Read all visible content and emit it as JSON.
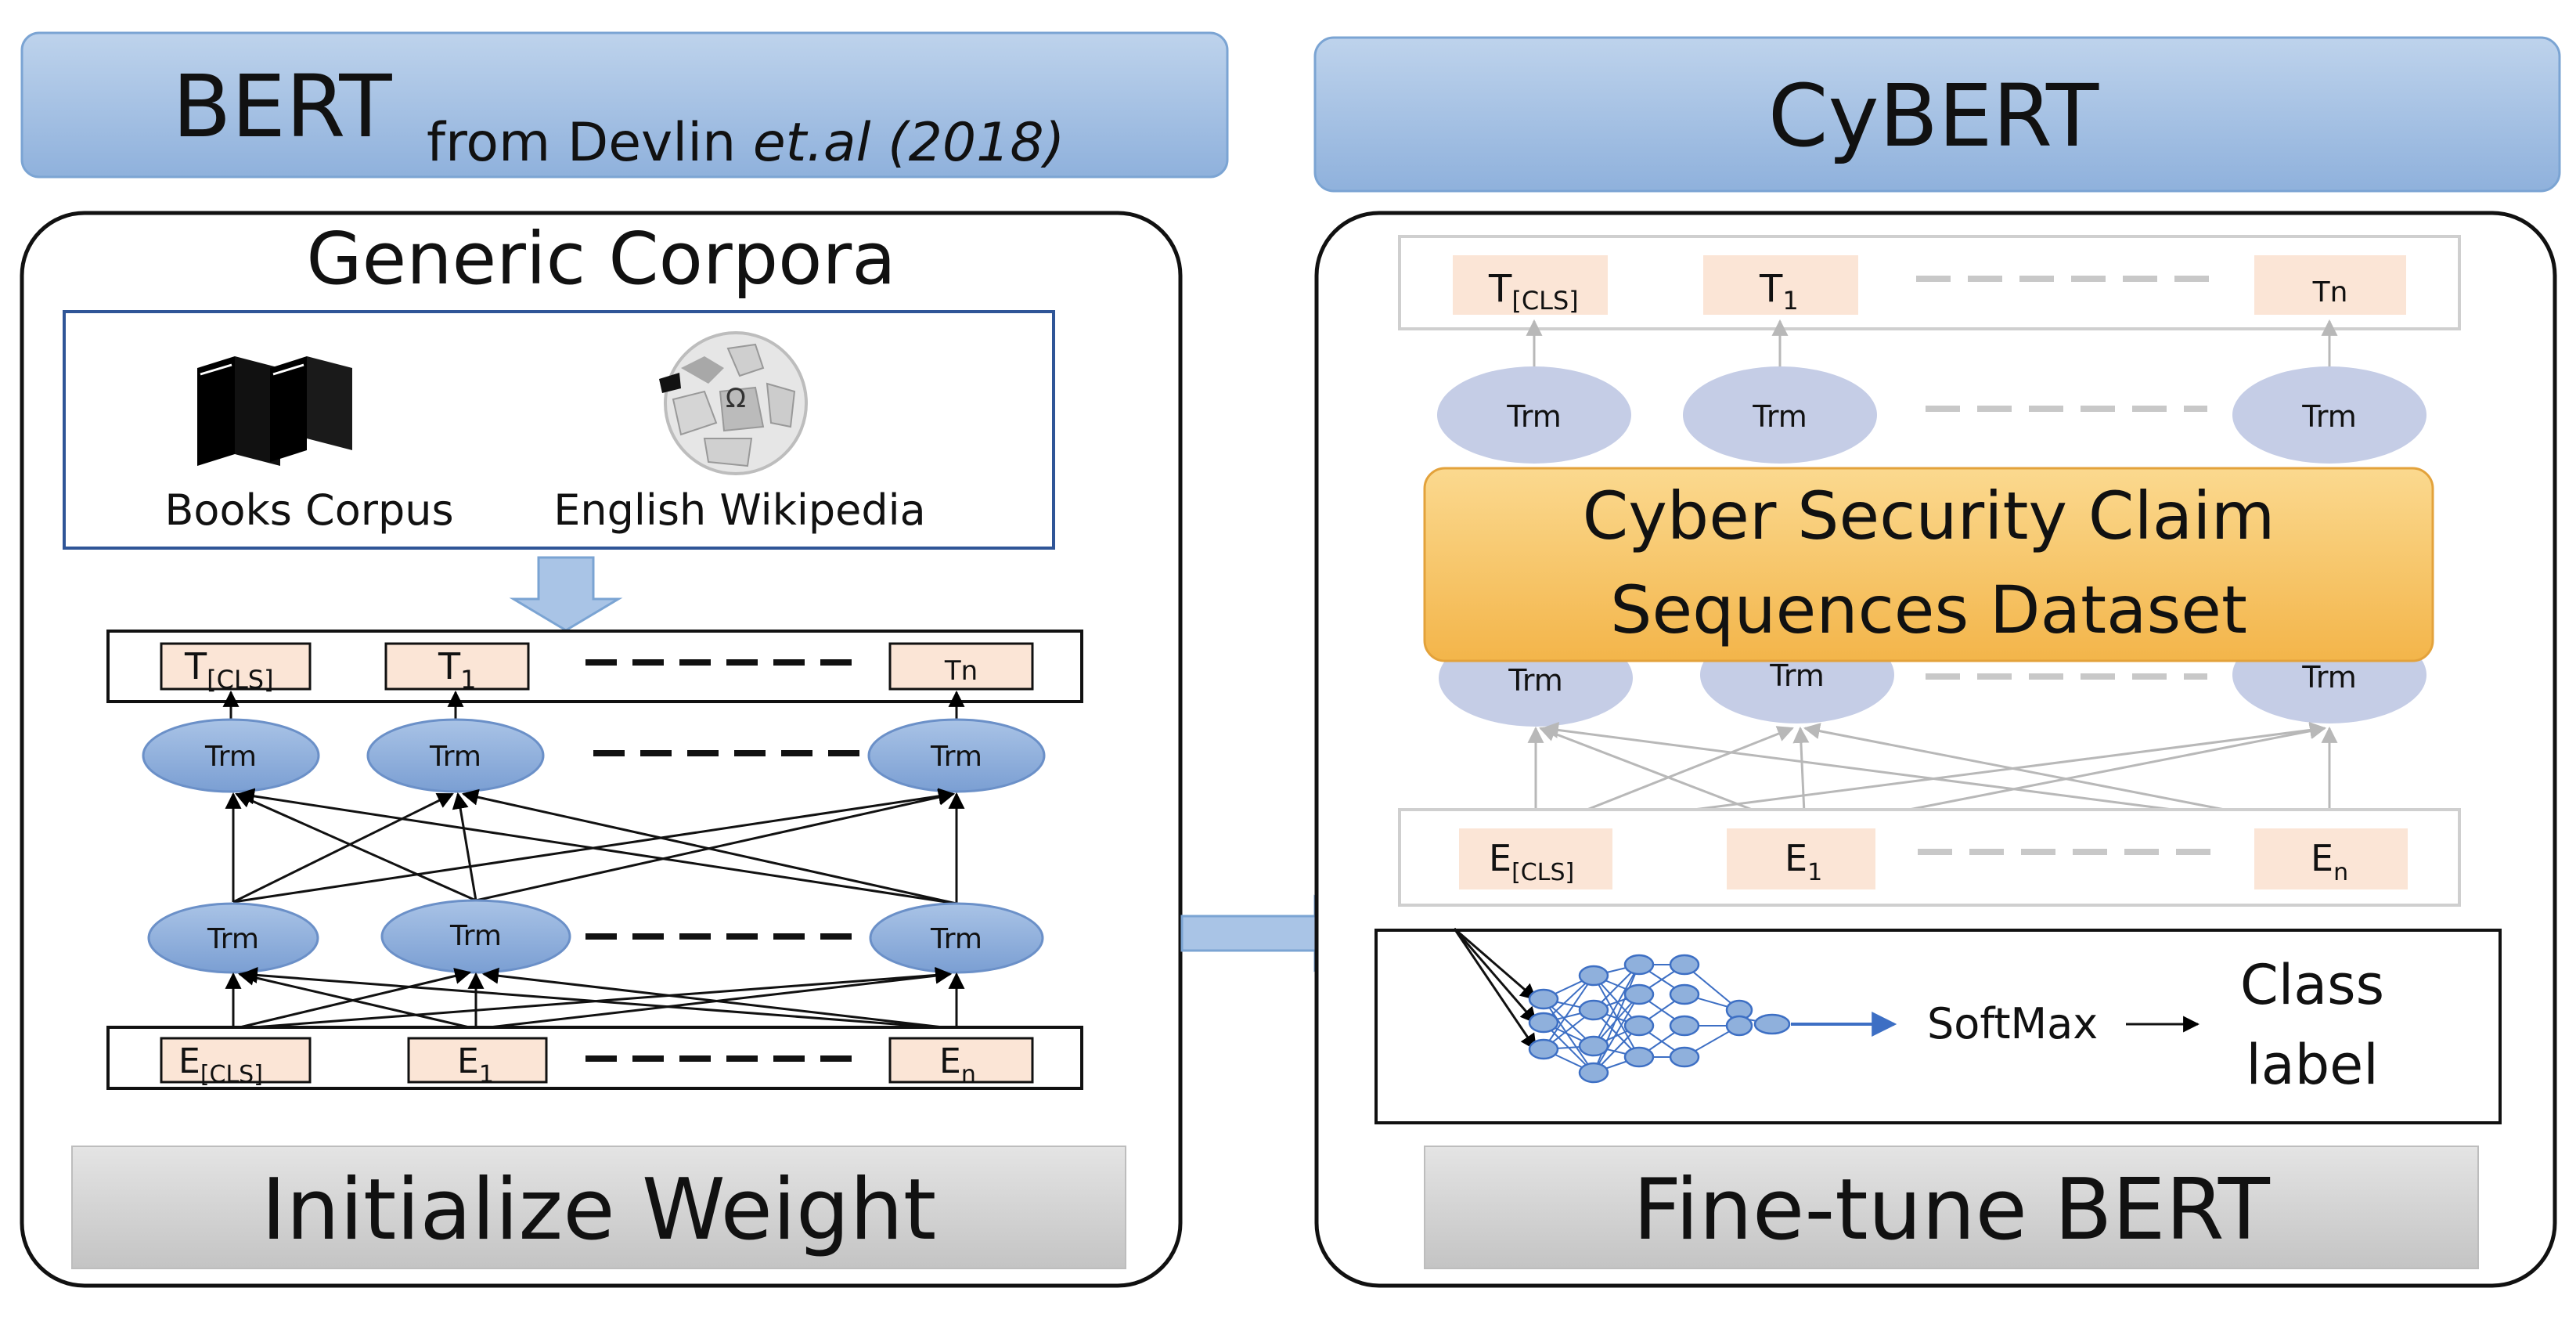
{
  "left": {
    "header_main": "BERT",
    "header_from": "from Devlin ",
    "header_etal": "et.al",
    "header_year": " (2018)",
    "section_title": "Generic Corpora",
    "corpus_items": [
      "Books Corpus",
      "English Wikipedia"
    ],
    "output_tokens": [
      {
        "base": "T",
        "sub": "[CLS]"
      },
      {
        "base": "T",
        "sub": "1"
      },
      {
        "base": "Tn",
        "sub": ""
      }
    ],
    "trm_label": "Trm",
    "input_tokens": [
      {
        "base": "E",
        "sub": "[CLS]"
      },
      {
        "base": "E",
        "sub": "1"
      },
      {
        "base": "E",
        "sub": "n"
      }
    ],
    "footer": "Initialize Weight"
  },
  "right": {
    "header": "CyBERT",
    "output_tokens": [
      {
        "base": "T",
        "sub": "[CLS]"
      },
      {
        "base": "T",
        "sub": "1"
      },
      {
        "base": "Tn",
        "sub": ""
      }
    ],
    "trm_label": "Trm",
    "dataset_line1": "Cyber Security Claim",
    "dataset_line2": "Sequences Dataset",
    "input_tokens": [
      {
        "base": "E",
        "sub": "[CLS]"
      },
      {
        "base": "E",
        "sub": "1"
      },
      {
        "base": "E",
        "sub": "n"
      }
    ],
    "softmax": "SoftMax",
    "class_line1": "Class",
    "class_line2": "label",
    "footer": "Fine-tune BERT"
  },
  "colors": {
    "header_fill": "#a6c2e2",
    "header_stroke": "#7ba4d3",
    "token_fill": "#fbe5d6",
    "node_fill": "#8fb0dc",
    "node_stroke": "#6b90c8",
    "node_fill_light": "#c5cde6",
    "dataset_fill": "#f7c66e",
    "footer_fill": "#d4d4d4",
    "arrow_fill": "#a9c4e6"
  }
}
